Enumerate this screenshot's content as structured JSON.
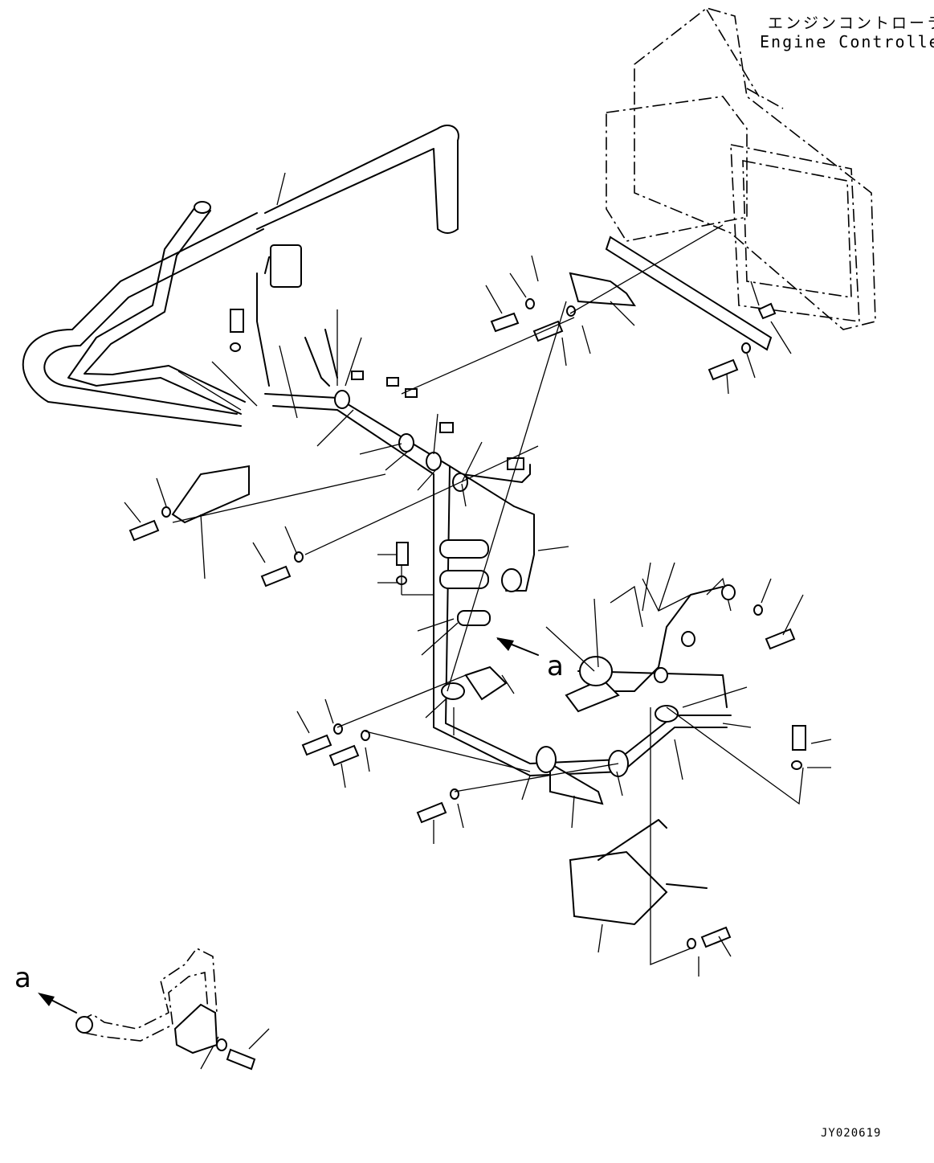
{
  "labels": {
    "engine_controller_jp": "エンジンコントローラ",
    "engine_controller_en": "Engine Controller",
    "detail_ref_main": "a",
    "detail_ref_inset": "a",
    "drawing_number": "JY020619"
  }
}
